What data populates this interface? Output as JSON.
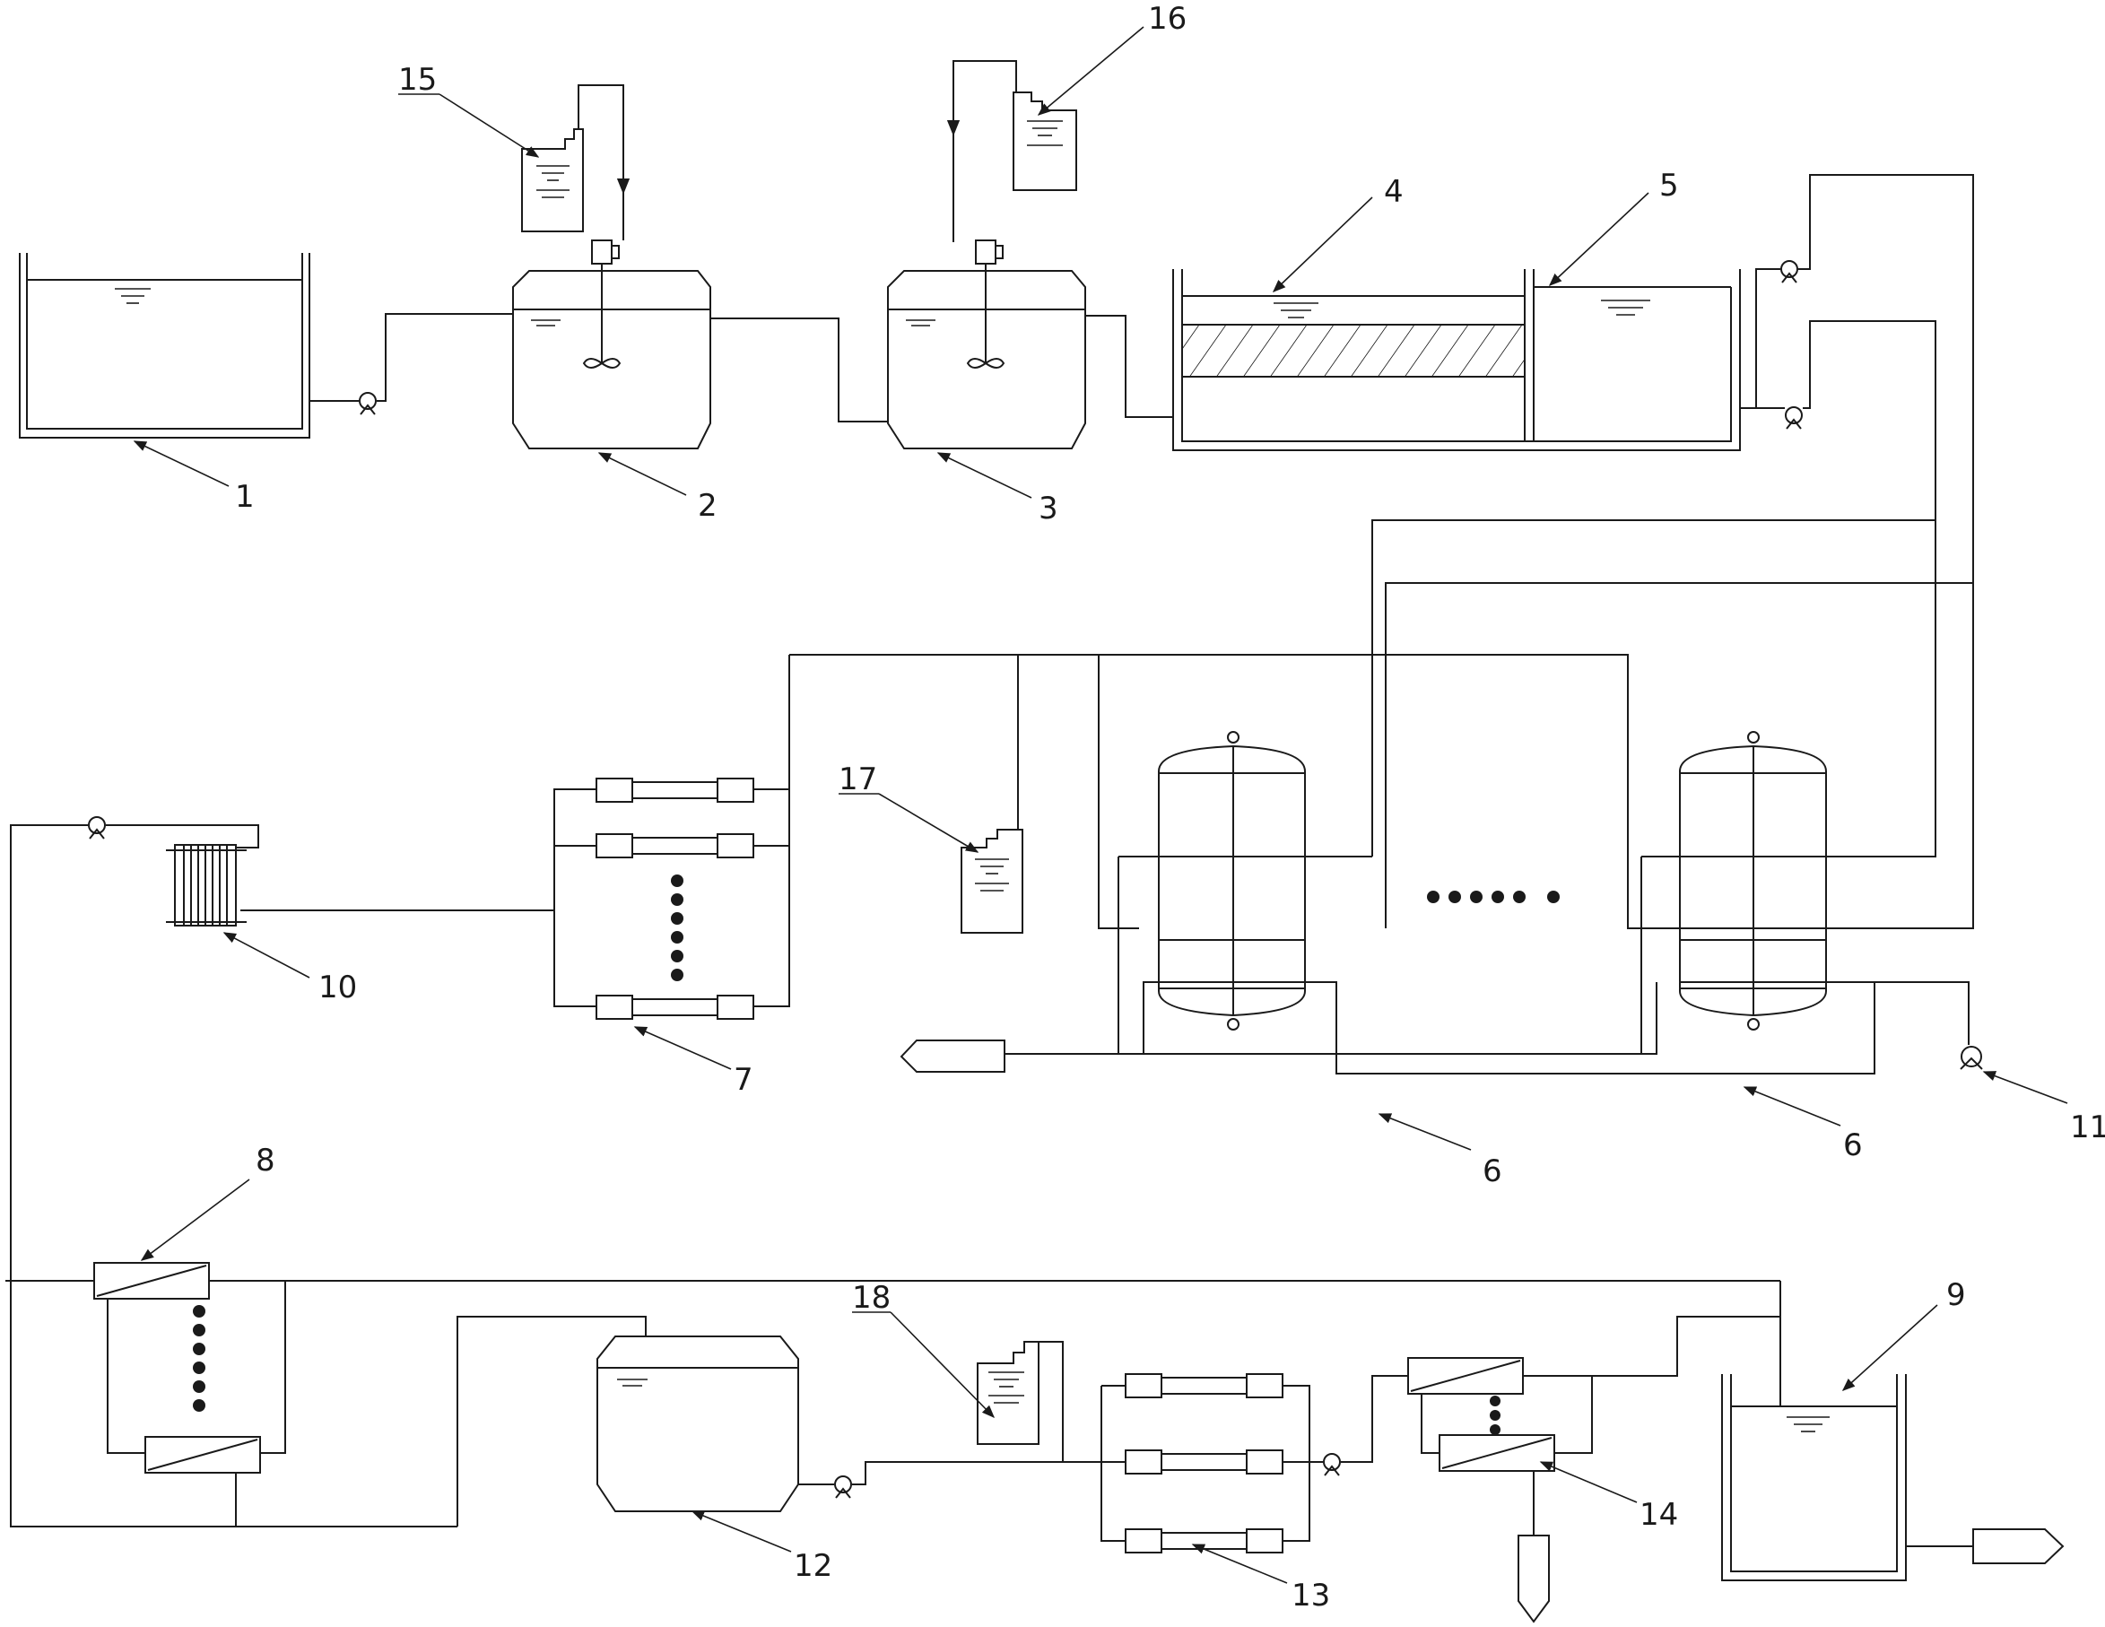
{
  "labels": {
    "n1": "1",
    "n2": "2",
    "n3": "3",
    "n4": "4",
    "n5": "5",
    "n6a": "6",
    "n6b": "6",
    "n7": "7",
    "n8": "8",
    "n9": "9",
    "n10": "10",
    "n11": "11",
    "n12": "12",
    "n13": "13",
    "n14": "14",
    "n15": "15",
    "n16": "16",
    "n17": "17",
    "n18": "18"
  },
  "colors": {
    "line": "#1a1a1a",
    "background": "#ffffff"
  }
}
